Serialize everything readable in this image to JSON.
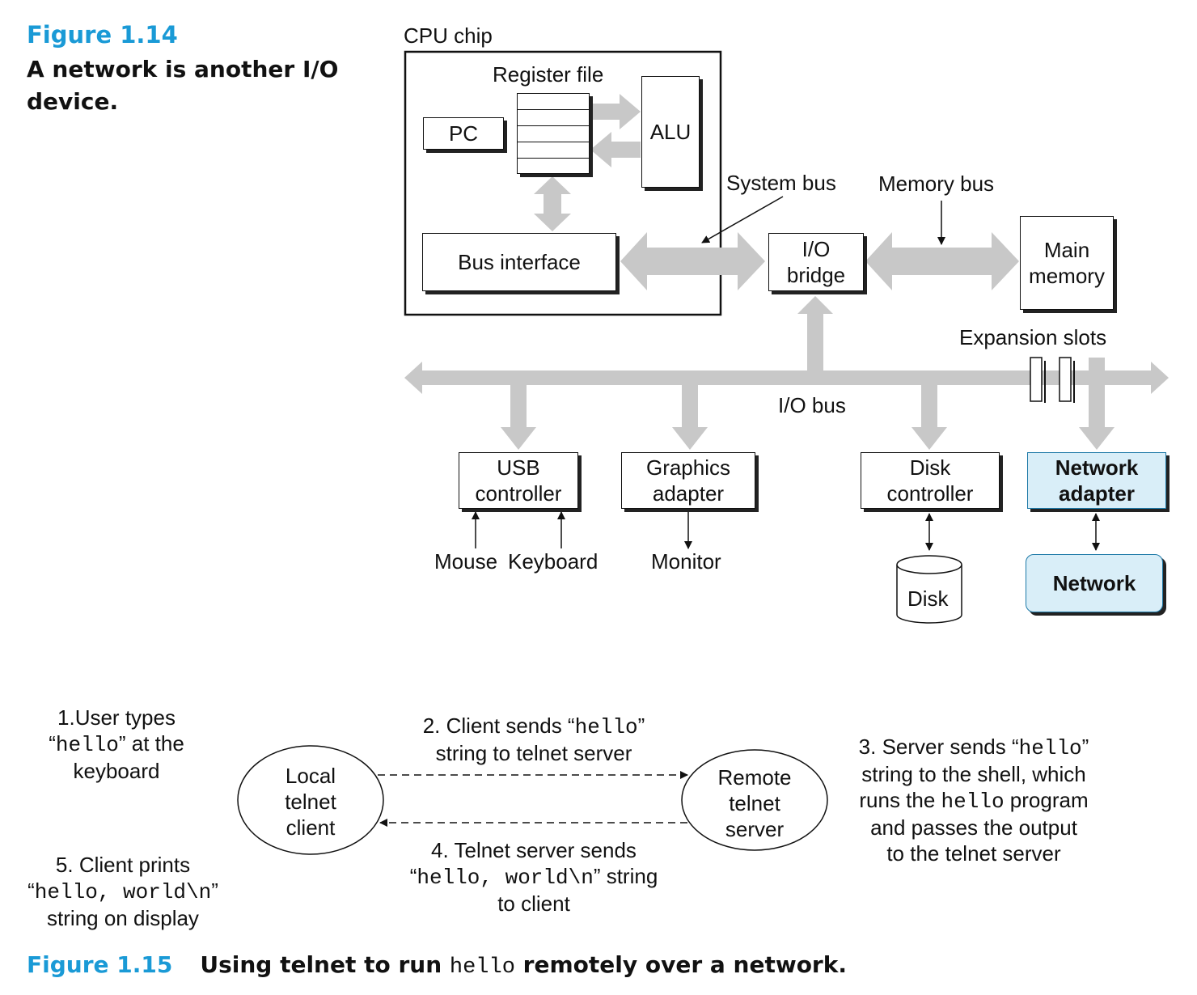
{
  "fig14": {
    "number": "Figure 1.14",
    "caption_line1": "A network is another I/O",
    "caption_line2": "device.",
    "cpu_chip": "CPU chip",
    "register_file": "Register file",
    "pc": "PC",
    "alu": "ALU",
    "bus_interface": "Bus interface",
    "system_bus": "System bus",
    "memory_bus": "Memory bus",
    "io_bridge_l1": "I/O",
    "io_bridge_l2": "bridge",
    "main_memory_l1": "Main",
    "main_memory_l2": "memory",
    "expansion_slots": "Expansion slots",
    "io_bus": "I/O bus",
    "usb_l1": "USB",
    "usb_l2": "controller",
    "graphics_l1": "Graphics",
    "graphics_l2": "adapter",
    "disk_ctrl_l1": "Disk",
    "disk_ctrl_l2": "controller",
    "net_adapter_l1": "Network",
    "net_adapter_l2": "adapter",
    "mouse": "Mouse",
    "keyboard": "Keyboard",
    "monitor": "Monitor",
    "disk": "Disk",
    "network": "Network",
    "colors": {
      "accent": "#1a9ad6",
      "bus_gray": "#c8c8c8",
      "highlight_fill": "#d9eef8"
    }
  },
  "fig15": {
    "step1_l1": "1.User types",
    "step1_l2_q1": "“",
    "step1_l2_code": "hello",
    "step1_l2_rest": "” at the",
    "step1_l3": "keyboard",
    "step2_l1_text": "2. Client sends “",
    "step2_l1_code": "hello",
    "step2_l1_end": "”",
    "step2_l2": "string to telnet server",
    "step3_l1_text": "3. Server sends “",
    "step3_l1_code": "hello",
    "step3_l1_end": "”",
    "step3_l2": "string to the shell, which",
    "step3_l3_a": "runs the ",
    "step3_l3_code": "hello",
    "step3_l3_b": " program",
    "step3_l4": "and passes the output",
    "step3_l5": "to the telnet server",
    "step4_l1": "4. Telnet server sends",
    "step4_l2_q": "“",
    "step4_l2_code": "hello, world\\n",
    "step4_l2_rest": "” string",
    "step4_l3": "to client",
    "step5_l1": "5. Client prints",
    "step5_l2_q": "“",
    "step5_l2_code": "hello, world\\n",
    "step5_l2_end": "”",
    "step5_l3": "string on display",
    "local_l1": "Local",
    "local_l2": "telnet",
    "local_l3": "client",
    "remote_l1": "Remote",
    "remote_l2": "telnet",
    "remote_l3": "server",
    "number": "Figure 1.15",
    "caption_a": "Using telnet to run ",
    "caption_code": "hello",
    "caption_b": " remotely over a network."
  }
}
